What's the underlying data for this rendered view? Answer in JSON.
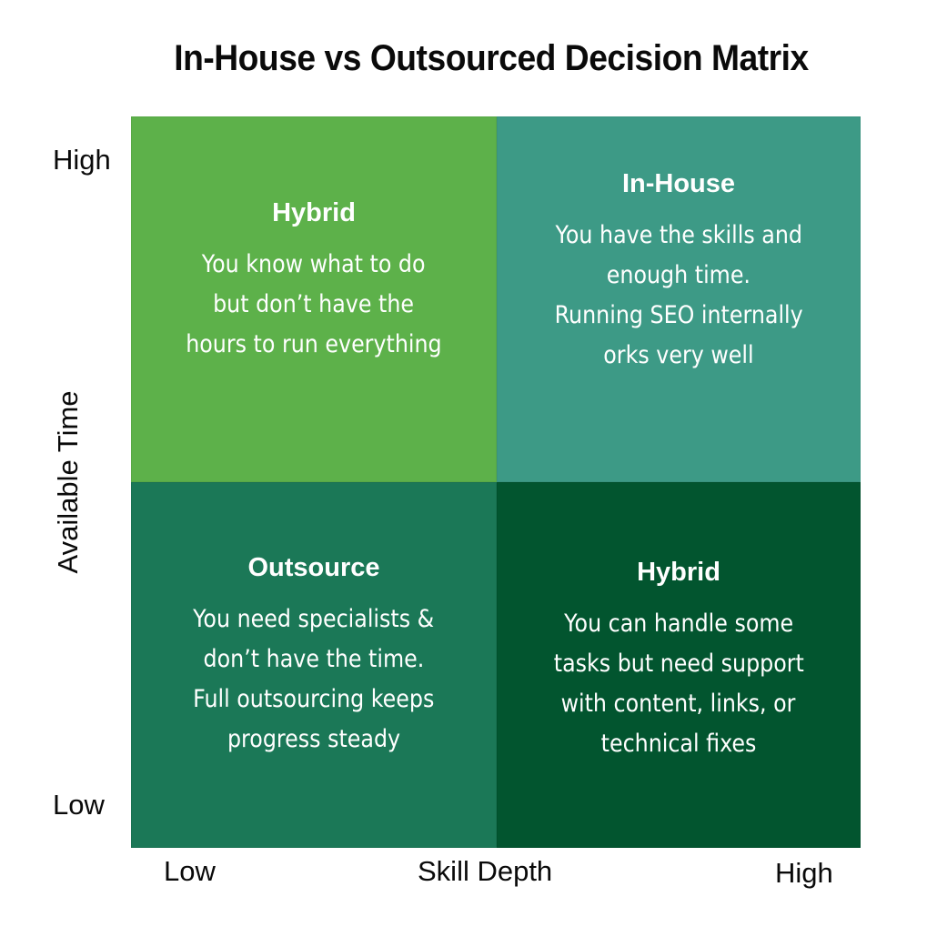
{
  "title": "In-House vs Outsourced Decision Matrix",
  "axes": {
    "y": {
      "title": "Available Time",
      "high": "High",
      "low": "Low"
    },
    "x": {
      "title": "Skill Depth",
      "low": "Low",
      "high": "High"
    }
  },
  "quadrants": {
    "top_left": {
      "label": "Hybrid",
      "lines": [
        "You know what to do",
        "but don’t have the",
        "hours to run everything"
      ],
      "color": "#5db14a"
    },
    "top_right": {
      "label": "In-House",
      "lines": [
        "You have the skills and",
        "enough time.",
        "Running SEO internally",
        "orks very well"
      ],
      "color": "#3d9a86"
    },
    "bottom_left": {
      "label": "Outsource",
      "lines": [
        "You need specialists &",
        "don’t have the time.",
        "Full outsourcing keeps",
        "progress steady"
      ],
      "color": "#1b7857"
    },
    "bottom_right": {
      "label": "Hybrid",
      "lines": [
        "You can handle some",
        "tasks but need support",
        "with content, links, or",
        "technical fixes"
      ],
      "color": "#02552f"
    }
  }
}
